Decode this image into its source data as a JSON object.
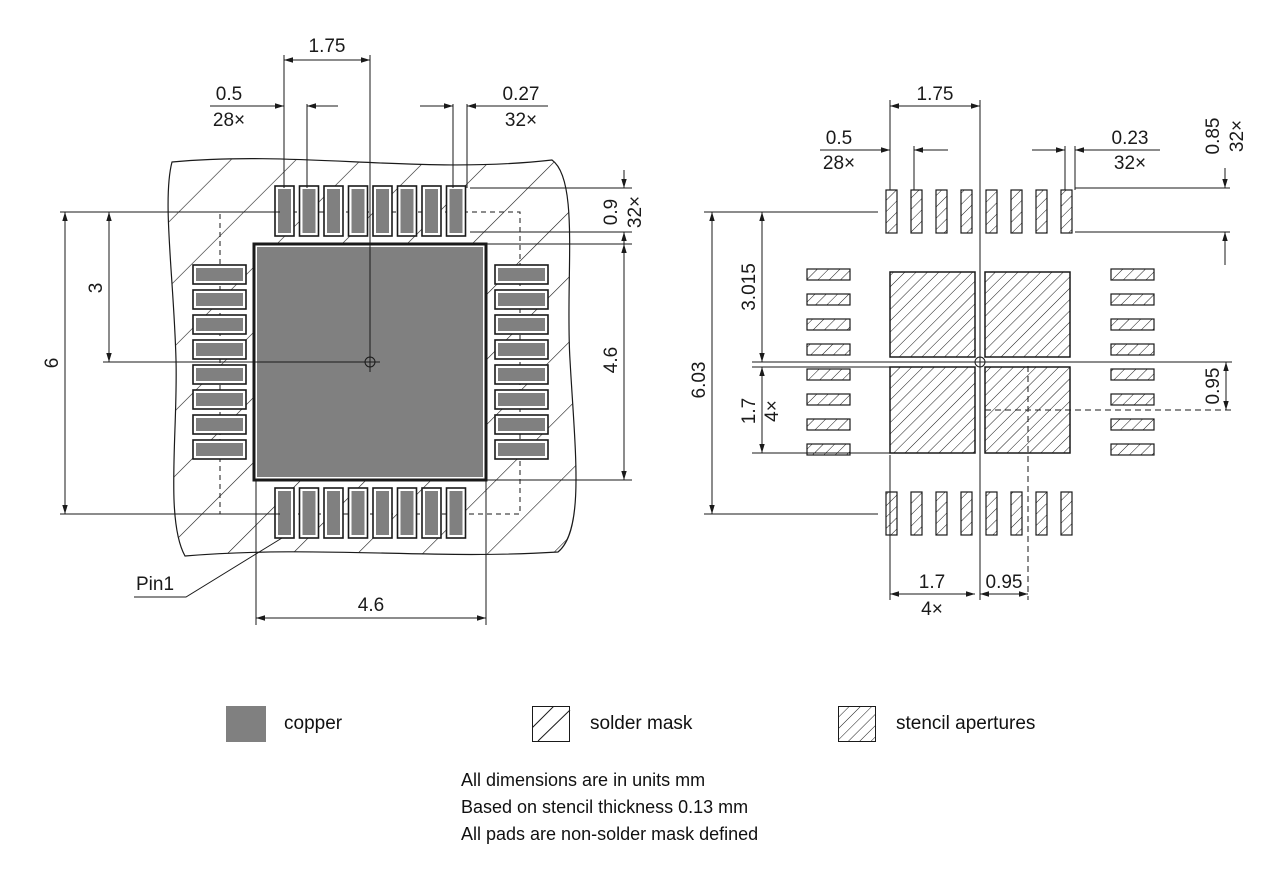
{
  "colors": {
    "copper": "#808080",
    "line": "#1a1a1a"
  },
  "left_view": {
    "dims": {
      "top_width": "1.75",
      "pitch": "0.5",
      "pitch_count": "28×",
      "pad_width": "0.27",
      "pad_width_count": "32×",
      "pad_length": "0.9",
      "pad_length_count": "32×",
      "half_height": "3",
      "full_height": "6",
      "exposed_pad_height": "4.6",
      "exposed_pad_width": "4.6",
      "pin1": "Pin1"
    }
  },
  "right_view": {
    "dims": {
      "top_width": "1.75",
      "pitch": "0.5",
      "pitch_count": "28×",
      "aperture_width": "0.23",
      "aperture_width_count": "32×",
      "aperture_length": "0.85",
      "aperture_length_count": "32×",
      "half_height": "3.015",
      "full_height": "6.03",
      "aperture_size": "1.7",
      "aperture_count": "4×",
      "aperture_gap": "0.95",
      "bottom_size": "1.7",
      "bottom_count": "4×",
      "bottom_gap": "0.95"
    }
  },
  "legend": [
    {
      "label": "copper",
      "swatch": "copper"
    },
    {
      "label": "solder mask",
      "swatch": "solder-mask"
    },
    {
      "label": "stencil apertures",
      "swatch": "stencil"
    }
  ],
  "notes": [
    "All dimensions are in units mm",
    "Based on stencil thickness 0.13 mm",
    "All pads are non-solder mask defined"
  ]
}
